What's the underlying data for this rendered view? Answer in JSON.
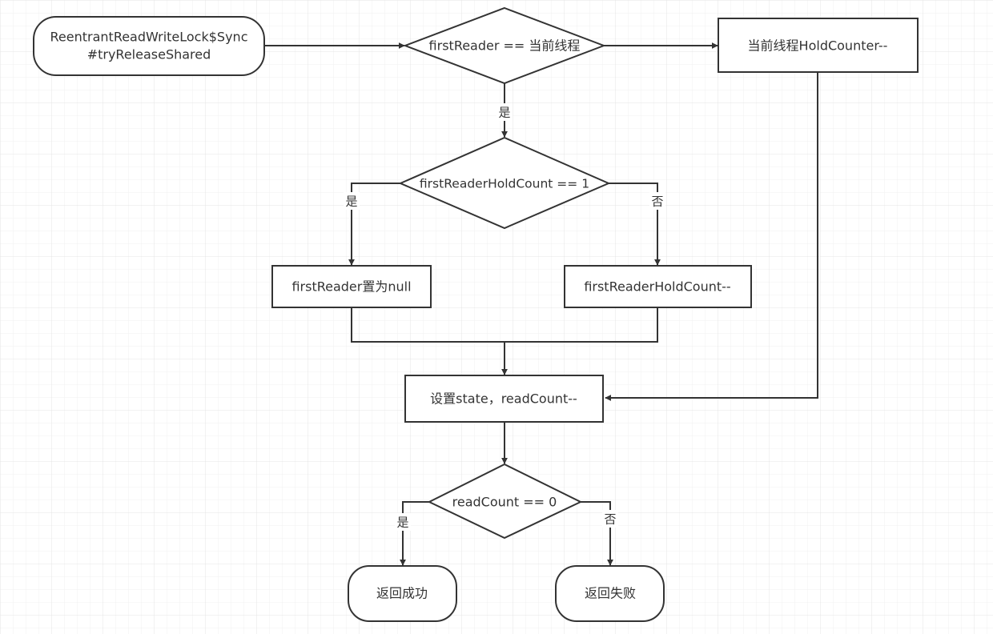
{
  "colors": {
    "background": "#ffffff",
    "grid": "#e8e8e8",
    "stroke": "#333333",
    "text": "#333333"
  },
  "nodes": {
    "start": {
      "line1": "ReentrantReadWriteLock$Sync",
      "line2": "#tryReleaseShared"
    },
    "check_first_reader": "firstReader == 当前线程",
    "hold_counter_dec": "当前线程HoldCounter--",
    "check_hold_count": "firstReaderHoldCount == 1",
    "set_first_reader_null": "firstReader置为null",
    "first_reader_hold_dec": "firstReaderHoldCount--",
    "set_state": "设置state，readCount--",
    "check_read_count": "readCount == 0",
    "return_success": "返回成功",
    "return_fail": "返回失败"
  },
  "edge_labels": {
    "first_reader_yes": "是",
    "hold_count_yes": "是",
    "hold_count_no": "否",
    "read_count_yes": "是",
    "read_count_no": "否"
  }
}
